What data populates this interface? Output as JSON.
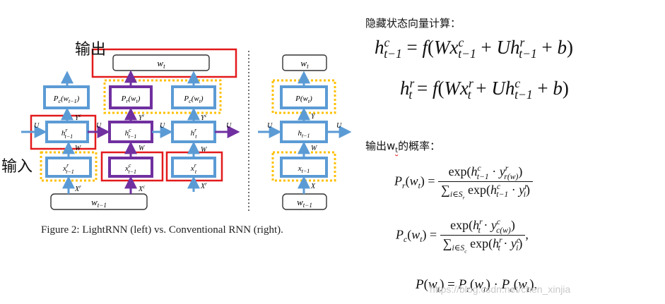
{
  "labels": {
    "output_cn": "输出",
    "input_cn": "输入",
    "hidden_title": "隐藏状态向量计算：",
    "prob_title_pre": "输出w",
    "prob_title_sub": "t",
    "prob_title_post": "的概率：",
    "caption": "Figure 2: LightRNN (left) vs. Conventional RNN (right).",
    "watermark": "https://blog.csdn.net/chen_xinjia"
  },
  "left_diagram": {
    "top_output": "w_t",
    "bottom_input": "w_{t-1}",
    "prob_boxes": [
      "P_c(w_{t-1})",
      "P_r(w_t)",
      "P_c(w_t)"
    ],
    "hidden_boxes": [
      "h^r_{t-1}",
      "h^c_{t-1}",
      "h^r_t"
    ],
    "input_boxes": [
      "x^r_{t-1}",
      "x^c_{t-1}",
      "x^r_t"
    ],
    "edge_labels": {
      "U": "U",
      "W": "W",
      "Xr": "X^r",
      "Xc": "X^c",
      "Yc": "Y^c",
      "Yr": "Y^r"
    }
  },
  "right_diagram": {
    "top_output": "w_t",
    "prob_box": "P(w_t)",
    "hidden_box": "h_{t-1}",
    "input_box": "x_{t-1}",
    "bottom_input": "w_{t-1}",
    "edge_labels": {
      "U": "U",
      "W": "W",
      "X": "X",
      "Y": "Y"
    }
  },
  "equations": {
    "eq1": "h^c_{t-1} = f(W x^c_{t-1} + U h^r_{t-1} + b)",
    "eq2": "h^r_t = f(W x^r_t + U h^c_{t-1} + b)",
    "eq3": "P_r(w_t) = exp(h^c_{t-1} · y^r_{r(w)}) / Σ_{i∈S_r} exp(h^c_{t-1} · y^r_i)",
    "eq4": "P_c(w_t) = exp(h^r_t · y^c_{c(w)}) / Σ_{i∈S_c} exp(h^r_t · y^c_i),",
    "eq5": "P(w_t) = P_r(w_t) · P_c(w_t),"
  },
  "colors": {
    "blue": "#5b9bd5",
    "purple": "#7030a0",
    "red": "#e31a1c",
    "yellow": "#ffc000"
  }
}
